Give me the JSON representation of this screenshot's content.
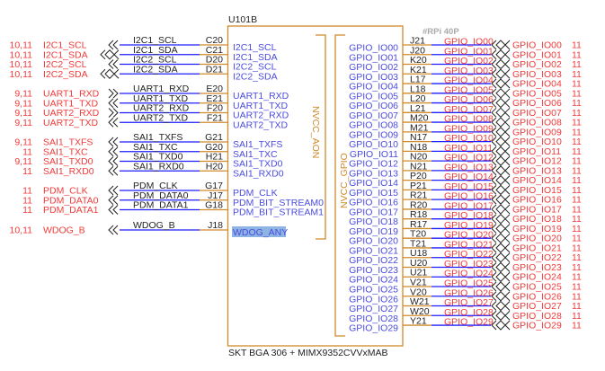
{
  "part": {
    "refdes": "U101B",
    "footer": "SKT BGA 306 + MIMX9352CVVxMAB",
    "rail_aon": "NVCC_AON",
    "rail_gpio": "NVCC_GPIO",
    "header_note": "#RPi 40P"
  },
  "colors": {
    "net_label": "#f23a3a",
    "pin_name": "#4b4be0",
    "wire": "#1e1eff",
    "pin_stub": "#d08a2a",
    "highlight": "#8db4e2"
  },
  "left_groups": [
    {
      "rows": [
        {
          "ref": "10,11",
          "name": "I2C1_SCL",
          "net": "I2C1_SCL",
          "pin": "C20",
          "inner": "I2C1_SCL",
          "dir": "out"
        },
        {
          "ref": "10,11",
          "name": "I2C1_SDA",
          "net": "I2C1_SDA",
          "pin": "C21",
          "inner": "I2C1_SDA",
          "dir": "bidir"
        },
        {
          "ref": "10,11",
          "name": "I2C2_SCL",
          "net": "I2C2_SCL",
          "pin": "D20",
          "inner": "I2C2_SCL",
          "dir": "out"
        },
        {
          "ref": "10,11",
          "name": "I2C2_SDA",
          "net": "I2C2_SDA",
          "pin": "D21",
          "inner": "I2C2_SDA",
          "dir": "bidir"
        }
      ]
    },
    {
      "rows": [
        {
          "ref": "9,11",
          "name": "UART1_RXD",
          "net": "UART1_RXD",
          "pin": "E20",
          "inner": "UART1_RXD",
          "dir": "in"
        },
        {
          "ref": "9,11",
          "name": "UART1_TXD",
          "net": "UART1_TXD",
          "pin": "E21",
          "inner": "UART1_TXD",
          "dir": "out"
        },
        {
          "ref": "9,11",
          "name": "UART2_RXD",
          "net": "UART2_RXD",
          "pin": "F20",
          "inner": "UART2_RXD",
          "dir": "in"
        },
        {
          "ref": "9,11",
          "name": "UART2_TXD",
          "net": "UART2_TXD",
          "pin": "F21",
          "inner": "UART2_TXD",
          "dir": "out"
        }
      ]
    },
    {
      "rows": [
        {
          "ref": "9,11",
          "name": "SAI1_TXFS",
          "net": "SAI1_TXFS",
          "pin": "G21",
          "inner": "SAI1_TXFS",
          "dir": "out"
        },
        {
          "ref": "11",
          "name": "SAI1_TXC",
          "net": "SAI1_TXC",
          "pin": "G20",
          "inner": "SAI1_TXC",
          "dir": "out"
        },
        {
          "ref": "9,11",
          "name": "SAI1_TXD0",
          "net": "SAI1_TXD0",
          "pin": "H21",
          "inner": "SAI1_TXD0",
          "dir": "out"
        },
        {
          "ref": "11",
          "name": "SAI1_RXD0",
          "net": "SAI1_RXD0",
          "pin": "H20",
          "inner": "SAI1_RXD0",
          "dir": "out"
        }
      ]
    },
    {
      "rows": [
        {
          "ref": "11",
          "name": "PDM_CLK",
          "net": "PDM_CLK",
          "pin": "G17",
          "inner": "PDM_CLK",
          "dir": "out"
        },
        {
          "ref": "11",
          "name": "PDM_DATA0",
          "net": "PDM_DATA0",
          "pin": "J17",
          "inner": "PDM_BIT_STREAM0",
          "dir": "out"
        },
        {
          "ref": "11",
          "name": "PDM_DATA1",
          "net": "PDM_DATA1",
          "pin": "G18",
          "inner": "PDM_BIT_STREAM1",
          "dir": "out"
        }
      ]
    },
    {
      "rows": [
        {
          "ref": "10,11",
          "name": "WDOG_B",
          "net": "WDOG_B",
          "pin": "J18",
          "inner": "WDOG_ANY",
          "dir": "out",
          "highlighted": true
        }
      ]
    }
  ],
  "gpio_rows": [
    {
      "inner": "GPIO_IO00",
      "pin": "J21",
      "net": "GPIO_IO00",
      "name": "GPIO_IO00",
      "ref": "11"
    },
    {
      "inner": "GPIO_IO01",
      "pin": "J20",
      "net": "GPIO_IO01",
      "name": "GPIO_IO01",
      "ref": "11"
    },
    {
      "inner": "GPIO_IO02",
      "pin": "K20",
      "net": "GPIO_IO02",
      "name": "GPIO_IO02",
      "ref": "11"
    },
    {
      "inner": "GPIO_IO03",
      "pin": "K21",
      "net": "GPIO_IO03",
      "name": "GPIO_IO03",
      "ref": "11"
    },
    {
      "inner": "GPIO_IO04",
      "pin": "L17",
      "net": "GPIO_IO04",
      "name": "GPIO_IO04",
      "ref": "11"
    },
    {
      "inner": "GPIO_IO05",
      "pin": "L18",
      "net": "GPIO_IO05",
      "name": "GPIO_IO05",
      "ref": "11"
    },
    {
      "inner": "GPIO_IO06",
      "pin": "L20",
      "net": "GPIO_IO06",
      "name": "GPIO_IO06",
      "ref": "11"
    },
    {
      "inner": "GPIO_IO07",
      "pin": "L21",
      "net": "GPIO_IO07",
      "name": "GPIO_IO07",
      "ref": "11"
    },
    {
      "inner": "GPIO_IO08",
      "pin": "M20",
      "net": "GPIO_IO08",
      "name": "GPIO_IO08",
      "ref": "11"
    },
    {
      "inner": "GPIO_IO09",
      "pin": "M21",
      "net": "GPIO_IO09",
      "name": "GPIO_IO09",
      "ref": "11"
    },
    {
      "inner": "GPIO_IO10",
      "pin": "N17",
      "net": "GPIO_IO10",
      "name": "GPIO_IO10",
      "ref": "11"
    },
    {
      "inner": "GPIO_IO11",
      "pin": "N18",
      "net": "GPIO_IO11",
      "name": "GPIO_IO11",
      "ref": "11"
    },
    {
      "inner": "GPIO_IO12",
      "pin": "N20",
      "net": "GPIO_IO12",
      "name": "GPIO_IO12",
      "ref": "11"
    },
    {
      "inner": "GPIO_IO13",
      "pin": "N21",
      "net": "GPIO_IO13",
      "name": "GPIO_IO13",
      "ref": "11"
    },
    {
      "inner": "GPIO_IO14",
      "pin": "P20",
      "net": "GPIO_IO14",
      "name": "GPIO_IO14",
      "ref": "11"
    },
    {
      "inner": "GPIO_IO15",
      "pin": "P21",
      "net": "GPIO_IO15",
      "name": "GPIO_IO15",
      "ref": "11"
    },
    {
      "inner": "GPIO_IO16",
      "pin": "R21",
      "net": "GPIO_IO16",
      "name": "GPIO_IO16",
      "ref": "11"
    },
    {
      "inner": "GPIO_IO17",
      "pin": "R20",
      "net": "GPIO_IO17",
      "name": "GPIO_IO17",
      "ref": "11"
    },
    {
      "inner": "GPIO_IO18",
      "pin": "R18",
      "net": "GPIO_IO18",
      "name": "GPIO_IO18",
      "ref": "11"
    },
    {
      "inner": "GPIO_IO19",
      "pin": "R17",
      "net": "GPIO_IO19",
      "name": "GPIO_IO19",
      "ref": "11"
    },
    {
      "inner": "GPIO_IO20",
      "pin": "T20",
      "net": "GPIO_IO20",
      "name": "GPIO_IO20",
      "ref": "11"
    },
    {
      "inner": "GPIO_IO21",
      "pin": "T21",
      "net": "GPIO_IO21",
      "name": "GPIO_IO21",
      "ref": "11"
    },
    {
      "inner": "GPIO_IO22",
      "pin": "U18",
      "net": "GPIO_IO22",
      "name": "GPIO_IO22",
      "ref": "11"
    },
    {
      "inner": "GPIO_IO23",
      "pin": "U20",
      "net": "GPIO_IO23",
      "name": "GPIO_IO23",
      "ref": "11"
    },
    {
      "inner": "GPIO_IO24",
      "pin": "U21",
      "net": "GPIO_IO24",
      "name": "GPIO_IO24",
      "ref": "11"
    },
    {
      "inner": "GPIO_IO25",
      "pin": "V21",
      "net": "GPIO_IO25",
      "name": "GPIO_IO25",
      "ref": "11"
    },
    {
      "inner": "GPIO_IO26",
      "pin": "V20",
      "net": "GPIO_IO26",
      "name": "GPIO_IO26",
      "ref": "11"
    },
    {
      "inner": "GPIO_IO27",
      "pin": "W21",
      "net": "GPIO_IO27",
      "name": "GPIO_IO27",
      "ref": "11"
    },
    {
      "inner": "GPIO_IO28",
      "pin": "W20",
      "net": "GPIO_IO28",
      "name": "GPIO_IO28",
      "ref": "11"
    },
    {
      "inner": "GPIO_IO29",
      "pin": "Y21",
      "net": "GPIO_IO29",
      "name": "GPIO_IO29",
      "ref": "11"
    }
  ]
}
